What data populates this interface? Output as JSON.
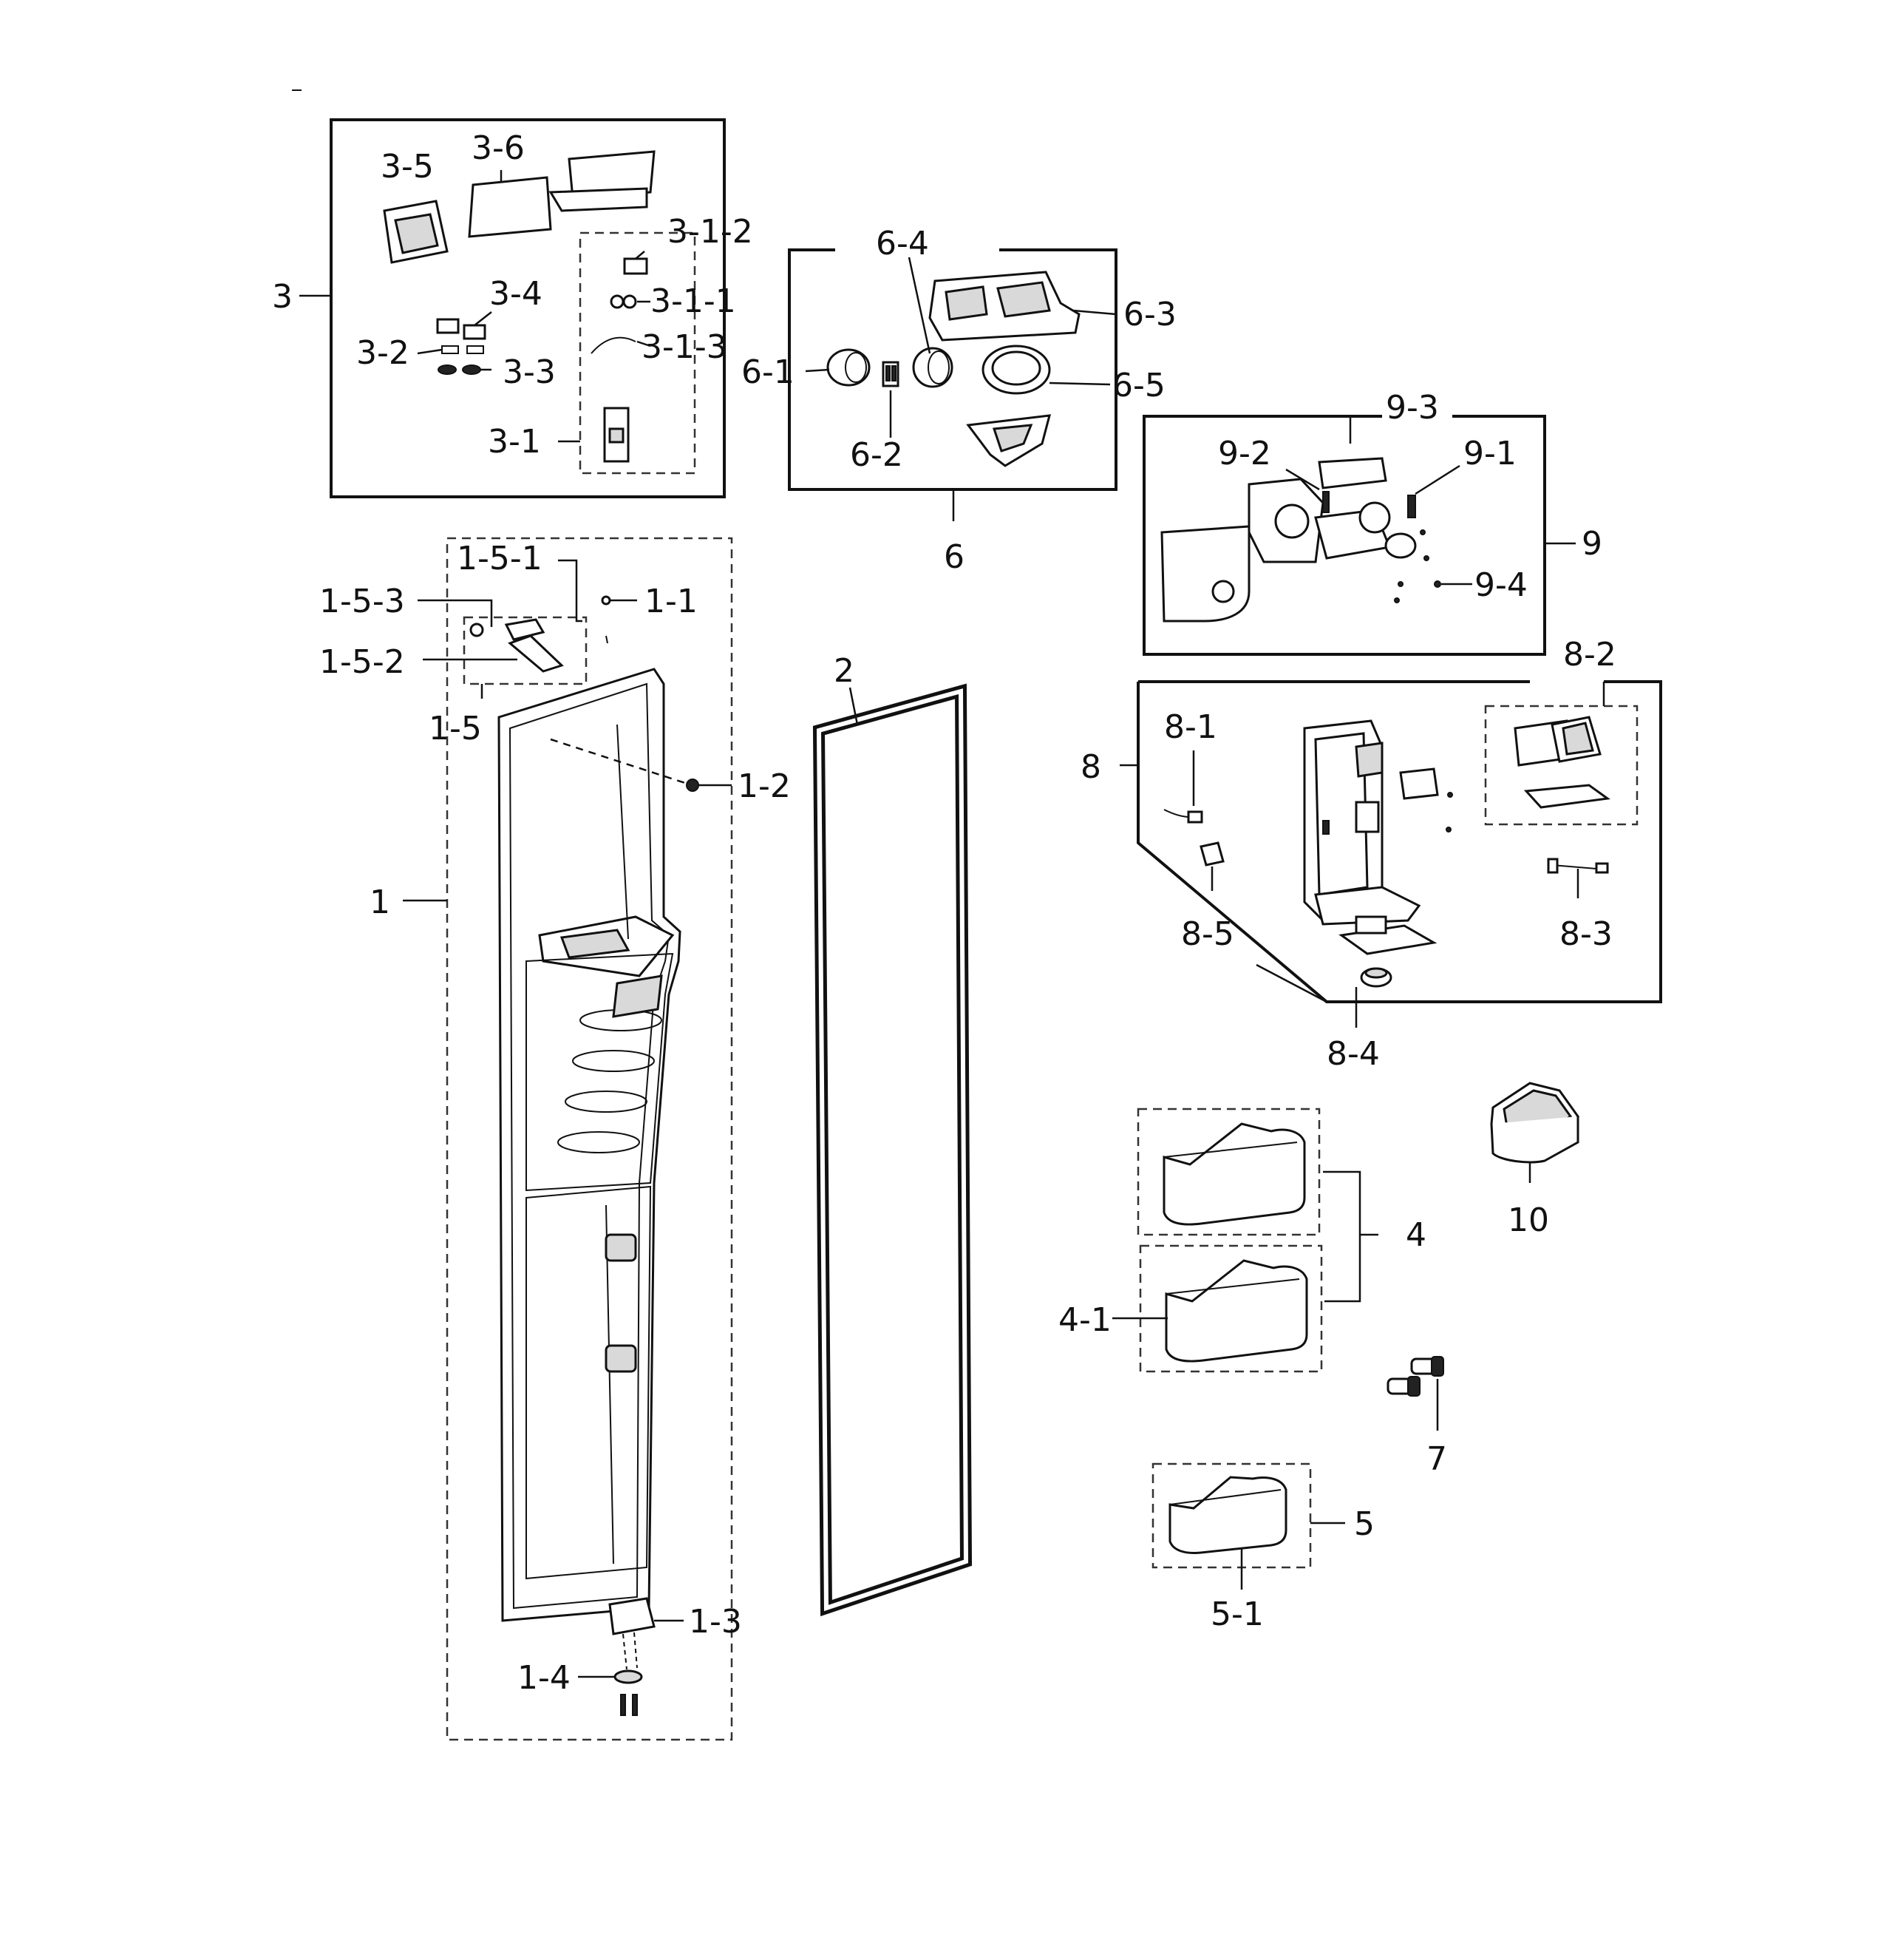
{
  "callouts": {
    "c3": "3",
    "c3_5": "3-5",
    "c3_6": "3-6",
    "c3_1_2": "3-1-2",
    "c3_4": "3-4",
    "c3_1_1": "3-1-1",
    "c3_2": "3-2",
    "c3_1_3": "3-1-3",
    "c3_3": "3-3",
    "c3_1": "3-1",
    "c6_4": "6-4",
    "c6_3": "6-3",
    "c6_1": "6-1",
    "c6_5": "6-5",
    "c6_2": "6-2",
    "c6": "6",
    "c9_3": "9-3",
    "c9_2": "9-2",
    "c9_1": "9-1",
    "c9": "9",
    "c9_4": "9-4",
    "c1_5_1": "1-5-1",
    "c1_5_3": "1-5-3",
    "c1_1": "1-1",
    "c1_5_2": "1-5-2",
    "c1_5": "1-5",
    "c1_2": "1-2",
    "c1": "1",
    "c1_3": "1-3",
    "c1_4": "1-4",
    "c2": "2",
    "c8_2": "8-2",
    "c8_1": "8-1",
    "c8": "8",
    "c8_3": "8-3",
    "c8_5": "8-5",
    "c8_4": "8-4",
    "c4": "4",
    "c4_1": "4-1",
    "c10": "10",
    "c7": "7",
    "c5": "5",
    "c5_1": "5-1"
  }
}
